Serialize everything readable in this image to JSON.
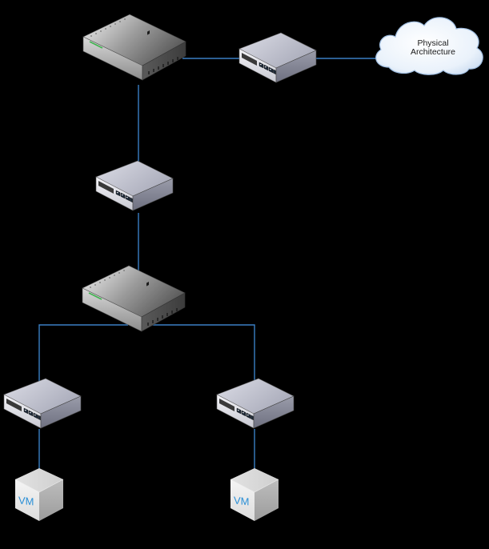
{
  "diagram": {
    "cloud": {
      "line1": "Physical",
      "line2": "Architecture"
    },
    "vm_left": {
      "label": "VM"
    },
    "vm_right": {
      "label": "VM"
    }
  },
  "colors": {
    "background": "#000000",
    "link": "#3a7fc4",
    "vm_text": "#2a8fd6"
  }
}
